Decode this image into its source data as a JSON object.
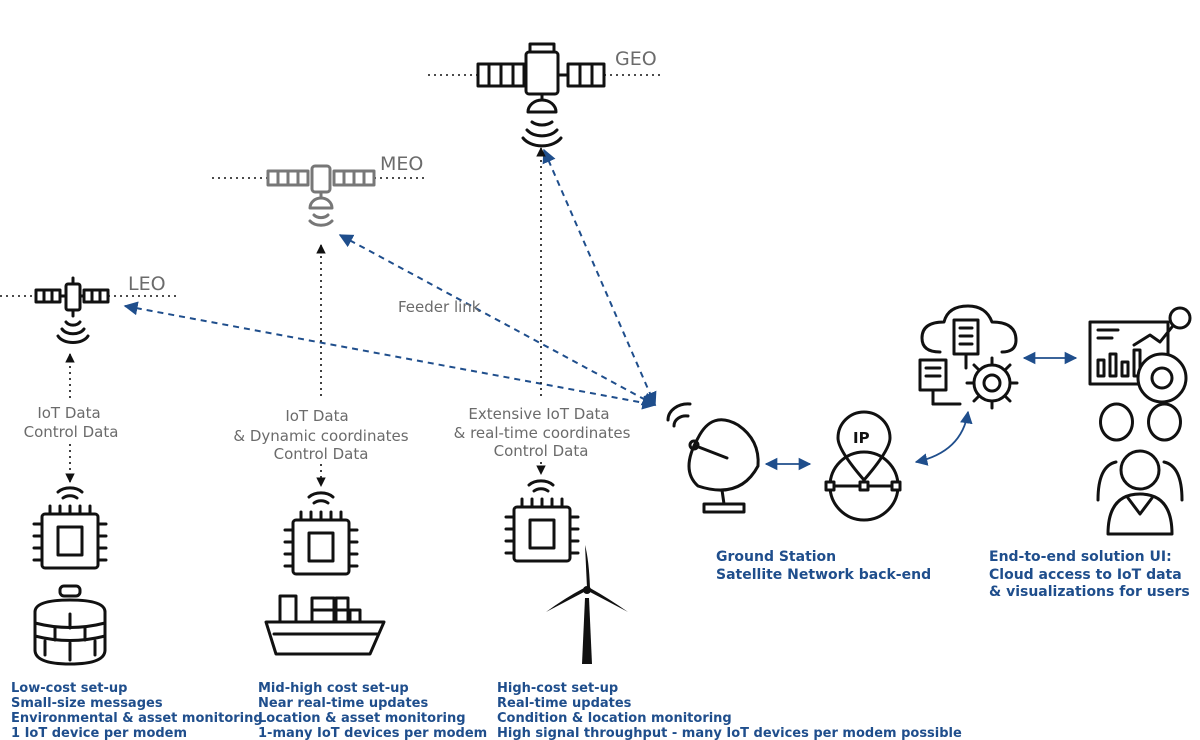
{
  "orbits": {
    "geo": "GEO",
    "meo": "MEO",
    "leo": "LEO"
  },
  "feeder_link": "Feeder link",
  "links": {
    "leo": [
      "IoT Data",
      "Control Data"
    ],
    "meo": [
      "IoT Data",
      "& Dynamic coordinates",
      "Control Data"
    ],
    "geo": [
      "Extensive IoT Data",
      "& real-time coordinates",
      "Control Data"
    ]
  },
  "use_cases": {
    "leo": [
      "Low-cost set-up",
      "Small-size messages",
      "Environmental & asset monitoring",
      "1 IoT device per modem"
    ],
    "meo": [
      "Mid-high cost set-up",
      "Near real-time updates",
      "Location & asset monitoring",
      "1-many IoT devices per modem"
    ],
    "geo": [
      "High-cost set-up",
      "Real-time updates",
      "Condition & location monitoring",
      "High signal throughput - many IoT devices per modem possible"
    ]
  },
  "ground_station": [
    "Ground Station",
    "Satellite Network back-end"
  ],
  "ip_badge": "IP",
  "solution": [
    "End-to-end solution UI:",
    "Cloud access to IoT data",
    "& visualizations for users"
  ],
  "colors": {
    "accent_blue": "#1f4e8c",
    "gray_text": "#6b6b6b",
    "icon": "#111111"
  },
  "icons": [
    "satellite-icon",
    "iot-chip-icon",
    "wifi-signal-icon",
    "well-icon",
    "cargo-ship-icon",
    "wind-turbine-icon",
    "satellite-dish-icon",
    "ip-location-icon",
    "cloud-gears-icon",
    "dashboard-icon",
    "users-group-icon"
  ]
}
